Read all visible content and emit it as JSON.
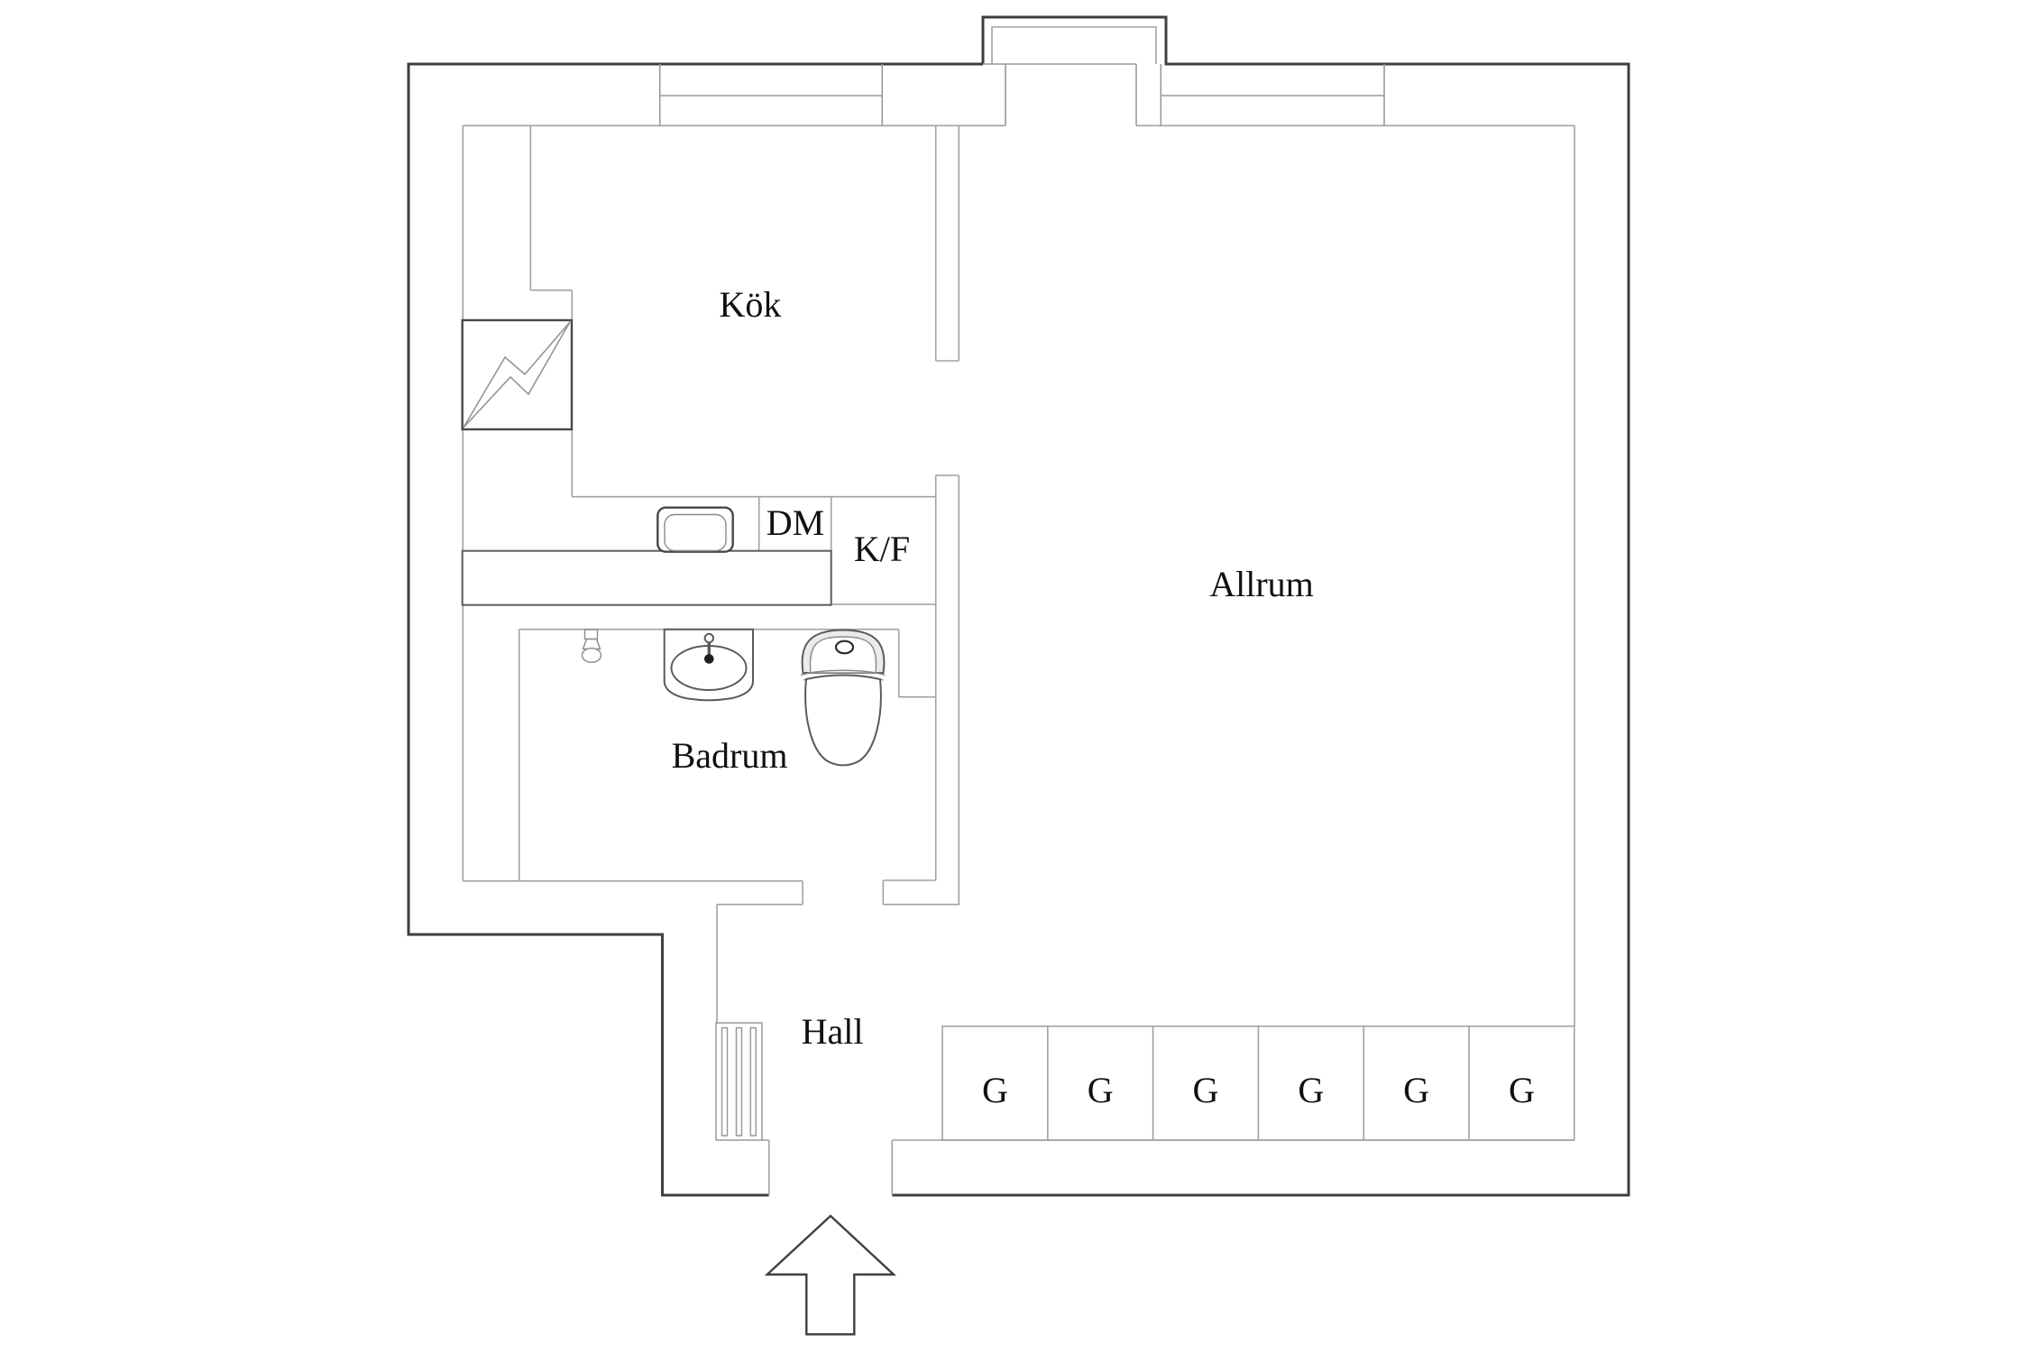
{
  "floorplan": {
    "background": "#ffffff",
    "colors": {
      "outer_wall": "#3f3f3f",
      "partition_wall": "#a1a1a1",
      "fixture_line": "#5a5a5a",
      "label_text": "#111111"
    },
    "rooms": [
      {
        "id": "kok",
        "label": "Kök"
      },
      {
        "id": "allrum",
        "label": "Allrum"
      },
      {
        "id": "badrum",
        "label": "Badrum"
      },
      {
        "id": "hall",
        "label": "Hall"
      }
    ],
    "appliances": [
      {
        "id": "dm",
        "label": "DM"
      },
      {
        "id": "kf",
        "label": "K/F"
      }
    ],
    "wardrobes": [
      "G",
      "G",
      "G",
      "G",
      "G",
      "G"
    ],
    "symbols": [
      "electric-stove-symbol",
      "kitchen-sink-symbol",
      "kitchen-counter",
      "tap-symbol",
      "washbasin-symbol",
      "toilet-symbol",
      "radiator-symbol",
      "window-symbol",
      "balcony-recess",
      "entry-arrow"
    ]
  }
}
